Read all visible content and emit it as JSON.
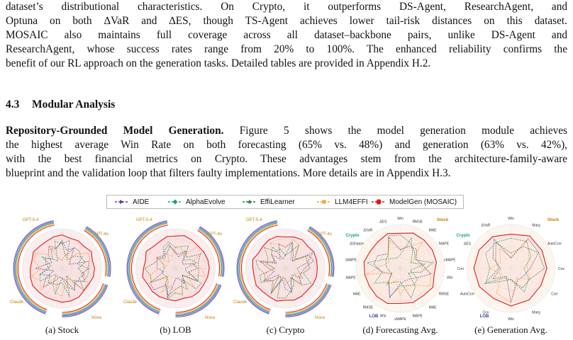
{
  "paragraph1": {
    "lines": [
      "dataset’s distributional characteristics. On Crypto, it outperforms DS-Agent, ResearchAgent, and",
      "Optuna on both ∆VaR and ∆ES, though TS-Agent achieves lower tail-risk distances on this dataset.",
      "MOSAIC also maintains full coverage across all dataset–backbone pairs, unlike DS-Agent and",
      "ResearchAgent, whose success rates range from 20% to 100%. The enhanced reliability confirms the",
      "benefit of our RL approach on the generation tasks. Detailed tables are provided in Appendix H.2."
    ]
  },
  "section": {
    "number": "4.3",
    "title": "Modular Analysis"
  },
  "paragraph2": {
    "heading": "Repository-Grounded Model Generation.",
    "lines": [
      " Figure 5 shows the model generation module achieves",
      "the highest average Win Rate on both forecasting (65% vs. 48%) and generation (63% vs. 42%),",
      "with the best financial metrics on Crypto. These advantages stem from the architecture-family-aware",
      "blueprint and the validation loop that filters faulty implementations. More details are in Appendix H.3."
    ]
  },
  "legend": [
    {
      "name": "AIDE",
      "color": "#6a3d9a",
      "marker": "triangle-right"
    },
    {
      "name": "AlphaEvolve",
      "color": "#1b9e77",
      "marker": "diamond"
    },
    {
      "name": "EffiLearner",
      "color": "#2e7d32",
      "marker": "star"
    },
    {
      "name": "LLM4EFFI",
      "color": "#f5a623",
      "marker": "square"
    },
    {
      "name": "ModelGen (MOSAIC)",
      "color": "#e31a1c",
      "marker": "hexagon"
    }
  ],
  "panels": [
    {
      "caption": "(a) Stock",
      "arcs": [
        "GPT-5.4",
        "GPT-4o",
        "Claude",
        "Nova"
      ]
    },
    {
      "caption": "(b) LOB",
      "arcs": [
        "GPT-5.4",
        "GPT-4o",
        "Claude",
        "Nova"
      ]
    },
    {
      "caption": "(c) Crypto",
      "arcs": [
        "GPT-5.4",
        "GPT-4o",
        "Claude",
        "Nova"
      ]
    },
    {
      "caption": "(d) Forecasting Avg.",
      "groups": [
        "Stock",
        "LOB",
        "Crypto"
      ],
      "axes": [
        "Win",
        "RMSE",
        "MAE",
        "MAPE",
        "sMAPE",
        "Win",
        "RMSE",
        "MAE",
        "MAPE",
        "sMAPE",
        "Win",
        "RMSE",
        "MAE",
        "MAPE",
        "sMAPE",
        "ΔSharpe",
        "ΔVaR",
        "ΔES"
      ]
    },
    {
      "caption": "(e) Generation Avg.",
      "groups": [
        "Stock",
        "LOB",
        "Crypto"
      ],
      "axes": [
        "Win",
        "Marg",
        "AutoCorr",
        "Cov",
        "Corr",
        "Marg",
        "Win",
        "Cov",
        "AutoCorr",
        "Corr",
        "ΔES",
        "ΔVaR"
      ]
    }
  ],
  "colors": {
    "accent": "#e31a1c",
    "frame": "#bbbbbb",
    "stock": "#b8860b",
    "lob": "#3a3aa0",
    "crypto": "#1b9e77"
  }
}
